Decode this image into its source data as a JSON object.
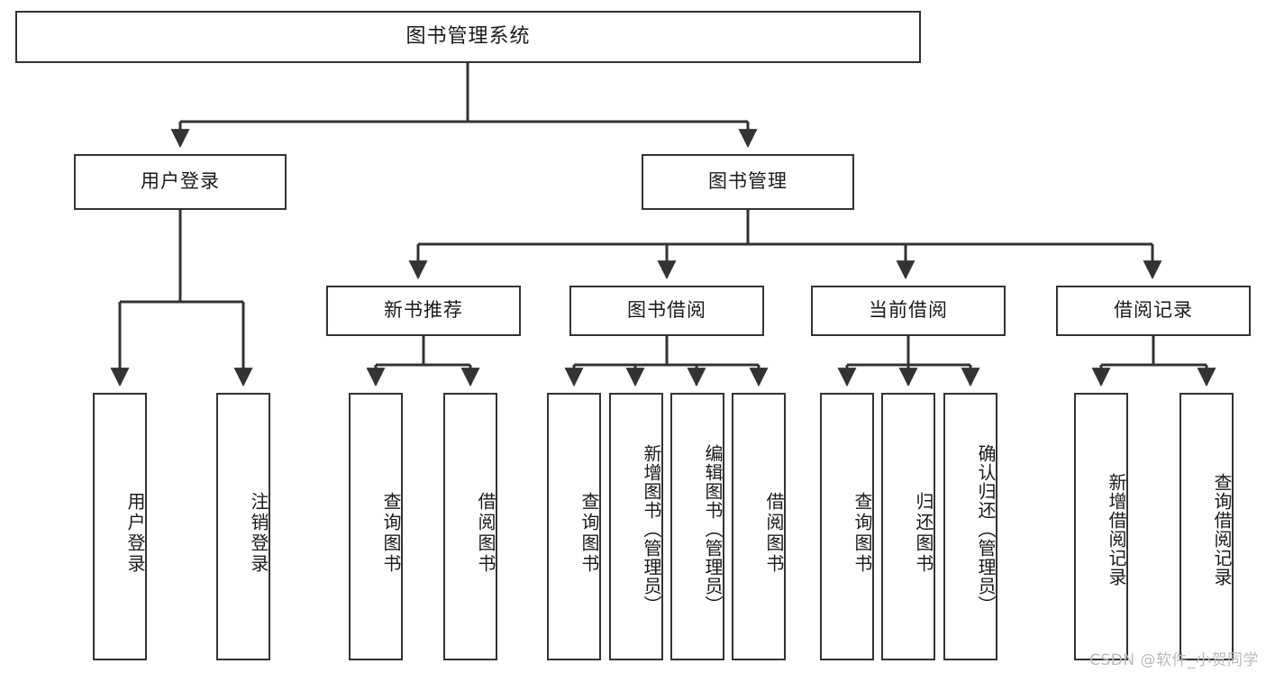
{
  "diagram": {
    "type": "tree",
    "title": "图书管理系统",
    "watermark": "CSDN @软件_小贺同学",
    "colors": {
      "background": "#ffffff",
      "box_border": "#333333",
      "box_fill": "#ffffff",
      "edge": "#333333",
      "text": "#1a1a1a",
      "watermark": "#b9b9b9"
    },
    "nodes": {
      "root": {
        "label": "图书管理系统",
        "level": 0
      },
      "user_login": {
        "label": "用户登录",
        "level": 1
      },
      "book_manage": {
        "label": "图书管理",
        "level": 1
      },
      "new_book_rec": {
        "label": "新书推荐",
        "level": 2
      },
      "book_borrow": {
        "label": "图书借阅",
        "level": 2
      },
      "current_borrow": {
        "label": "当前借阅",
        "level": 2
      },
      "borrow_record": {
        "label": "借阅记录",
        "level": 2
      },
      "leaf_user_login": {
        "label": "用户登录",
        "level": 2
      },
      "leaf_logout": {
        "label": "注销登录",
        "level": 2
      },
      "leaf_query_book_1": {
        "label": "查询图书",
        "level": 3
      },
      "leaf_borrow_book_1": {
        "label": "借阅图书",
        "level": 3
      },
      "leaf_query_book_2": {
        "label": "查询图书",
        "level": 3
      },
      "leaf_add_book": {
        "label": "新增图书（管理员）",
        "level": 3
      },
      "leaf_edit_book": {
        "label": "编辑图书（管理员）",
        "level": 3
      },
      "leaf_borrow_book_2": {
        "label": "借阅图书",
        "level": 3
      },
      "leaf_query_book_3": {
        "label": "查询图书",
        "level": 3
      },
      "leaf_return_book": {
        "label": "归还图书",
        "level": 3
      },
      "leaf_confirm_return": {
        "label": "确认归还（管理员）",
        "level": 3
      },
      "leaf_add_record": {
        "label": "新增借阅记录",
        "level": 3
      },
      "leaf_query_record": {
        "label": "查询借阅记录",
        "level": 3
      }
    },
    "edges": [
      {
        "from": "root",
        "to": "user_login"
      },
      {
        "from": "root",
        "to": "book_manage"
      },
      {
        "from": "user_login",
        "to": "leaf_user_login"
      },
      {
        "from": "user_login",
        "to": "leaf_logout"
      },
      {
        "from": "book_manage",
        "to": "new_book_rec"
      },
      {
        "from": "book_manage",
        "to": "book_borrow"
      },
      {
        "from": "book_manage",
        "to": "current_borrow"
      },
      {
        "from": "book_manage",
        "to": "borrow_record"
      },
      {
        "from": "new_book_rec",
        "to": "leaf_query_book_1"
      },
      {
        "from": "new_book_rec",
        "to": "leaf_borrow_book_1"
      },
      {
        "from": "book_borrow",
        "to": "leaf_query_book_2"
      },
      {
        "from": "book_borrow",
        "to": "leaf_add_book"
      },
      {
        "from": "book_borrow",
        "to": "leaf_edit_book"
      },
      {
        "from": "book_borrow",
        "to": "leaf_borrow_book_2"
      },
      {
        "from": "current_borrow",
        "to": "leaf_query_book_3"
      },
      {
        "from": "current_borrow",
        "to": "leaf_return_book"
      },
      {
        "from": "current_borrow",
        "to": "leaf_confirm_return"
      },
      {
        "from": "borrow_record",
        "to": "leaf_add_record"
      },
      {
        "from": "borrow_record",
        "to": "leaf_query_record"
      }
    ]
  }
}
